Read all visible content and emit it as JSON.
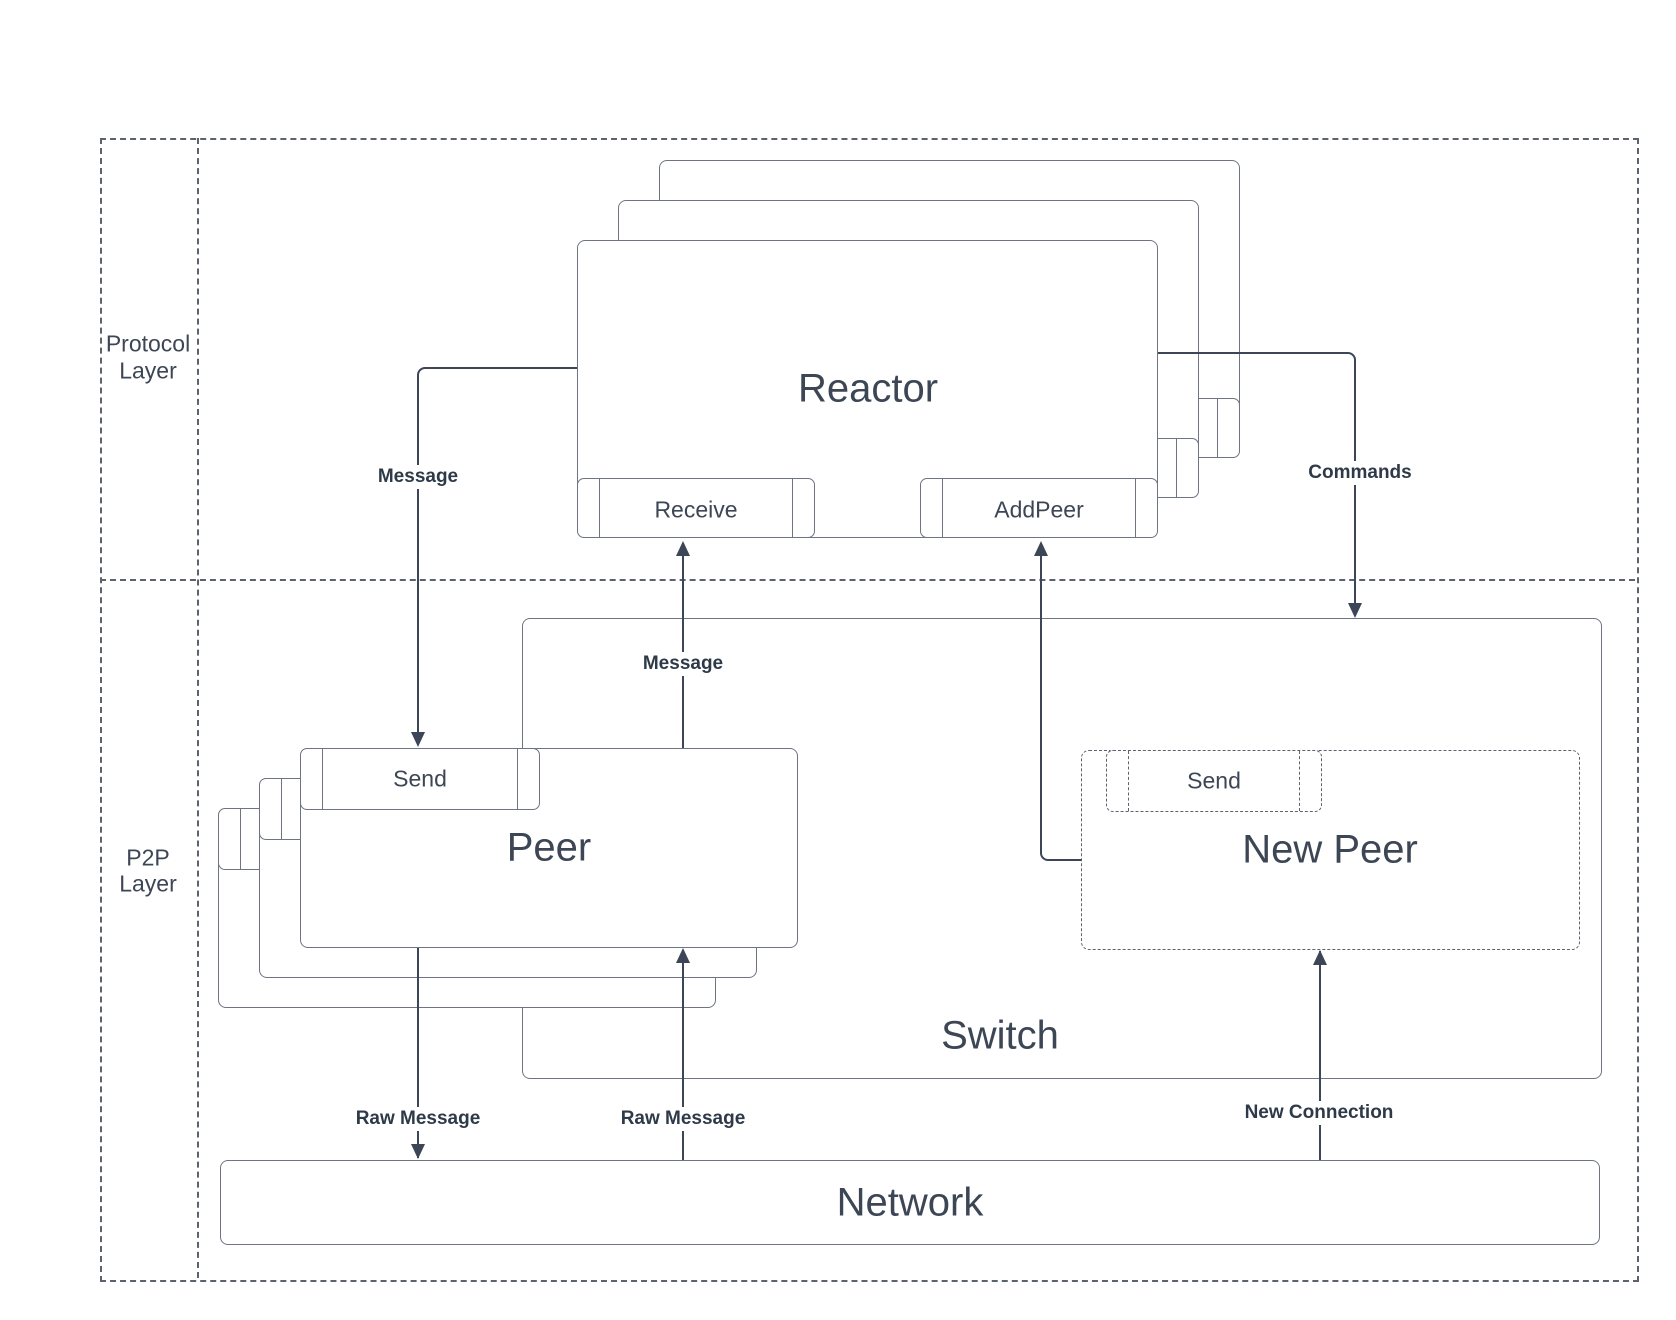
{
  "colors": {
    "background": "#ffffff",
    "box_border": "#6e7480",
    "dashed_border": "#5c636e",
    "connector": "#3c4656",
    "node_text": "#3d4655",
    "connector_label_text": "#2f3a49"
  },
  "layers": {
    "protocol": {
      "line1": "Protocol",
      "line2": "Layer"
    },
    "p2p": {
      "line1": "P2P",
      "line2": "Layer"
    }
  },
  "nodes": {
    "reactor": {
      "label": "Reactor",
      "receive": "Receive",
      "addpeer": "AddPeer"
    },
    "peer": {
      "label": "Peer",
      "send": "Send"
    },
    "new_peer": {
      "label": "New Peer",
      "send": "Send"
    },
    "switch": {
      "label": "Switch"
    },
    "network": {
      "label": "Network"
    }
  },
  "connectors": {
    "message_down": {
      "label": "Message"
    },
    "message_up": {
      "label": "Message"
    },
    "commands": {
      "label": "Commands"
    },
    "raw_message_out": {
      "label": "Raw Message"
    },
    "raw_message_in": {
      "label": "Raw Message"
    },
    "new_connection": {
      "label": "New Connection"
    }
  }
}
